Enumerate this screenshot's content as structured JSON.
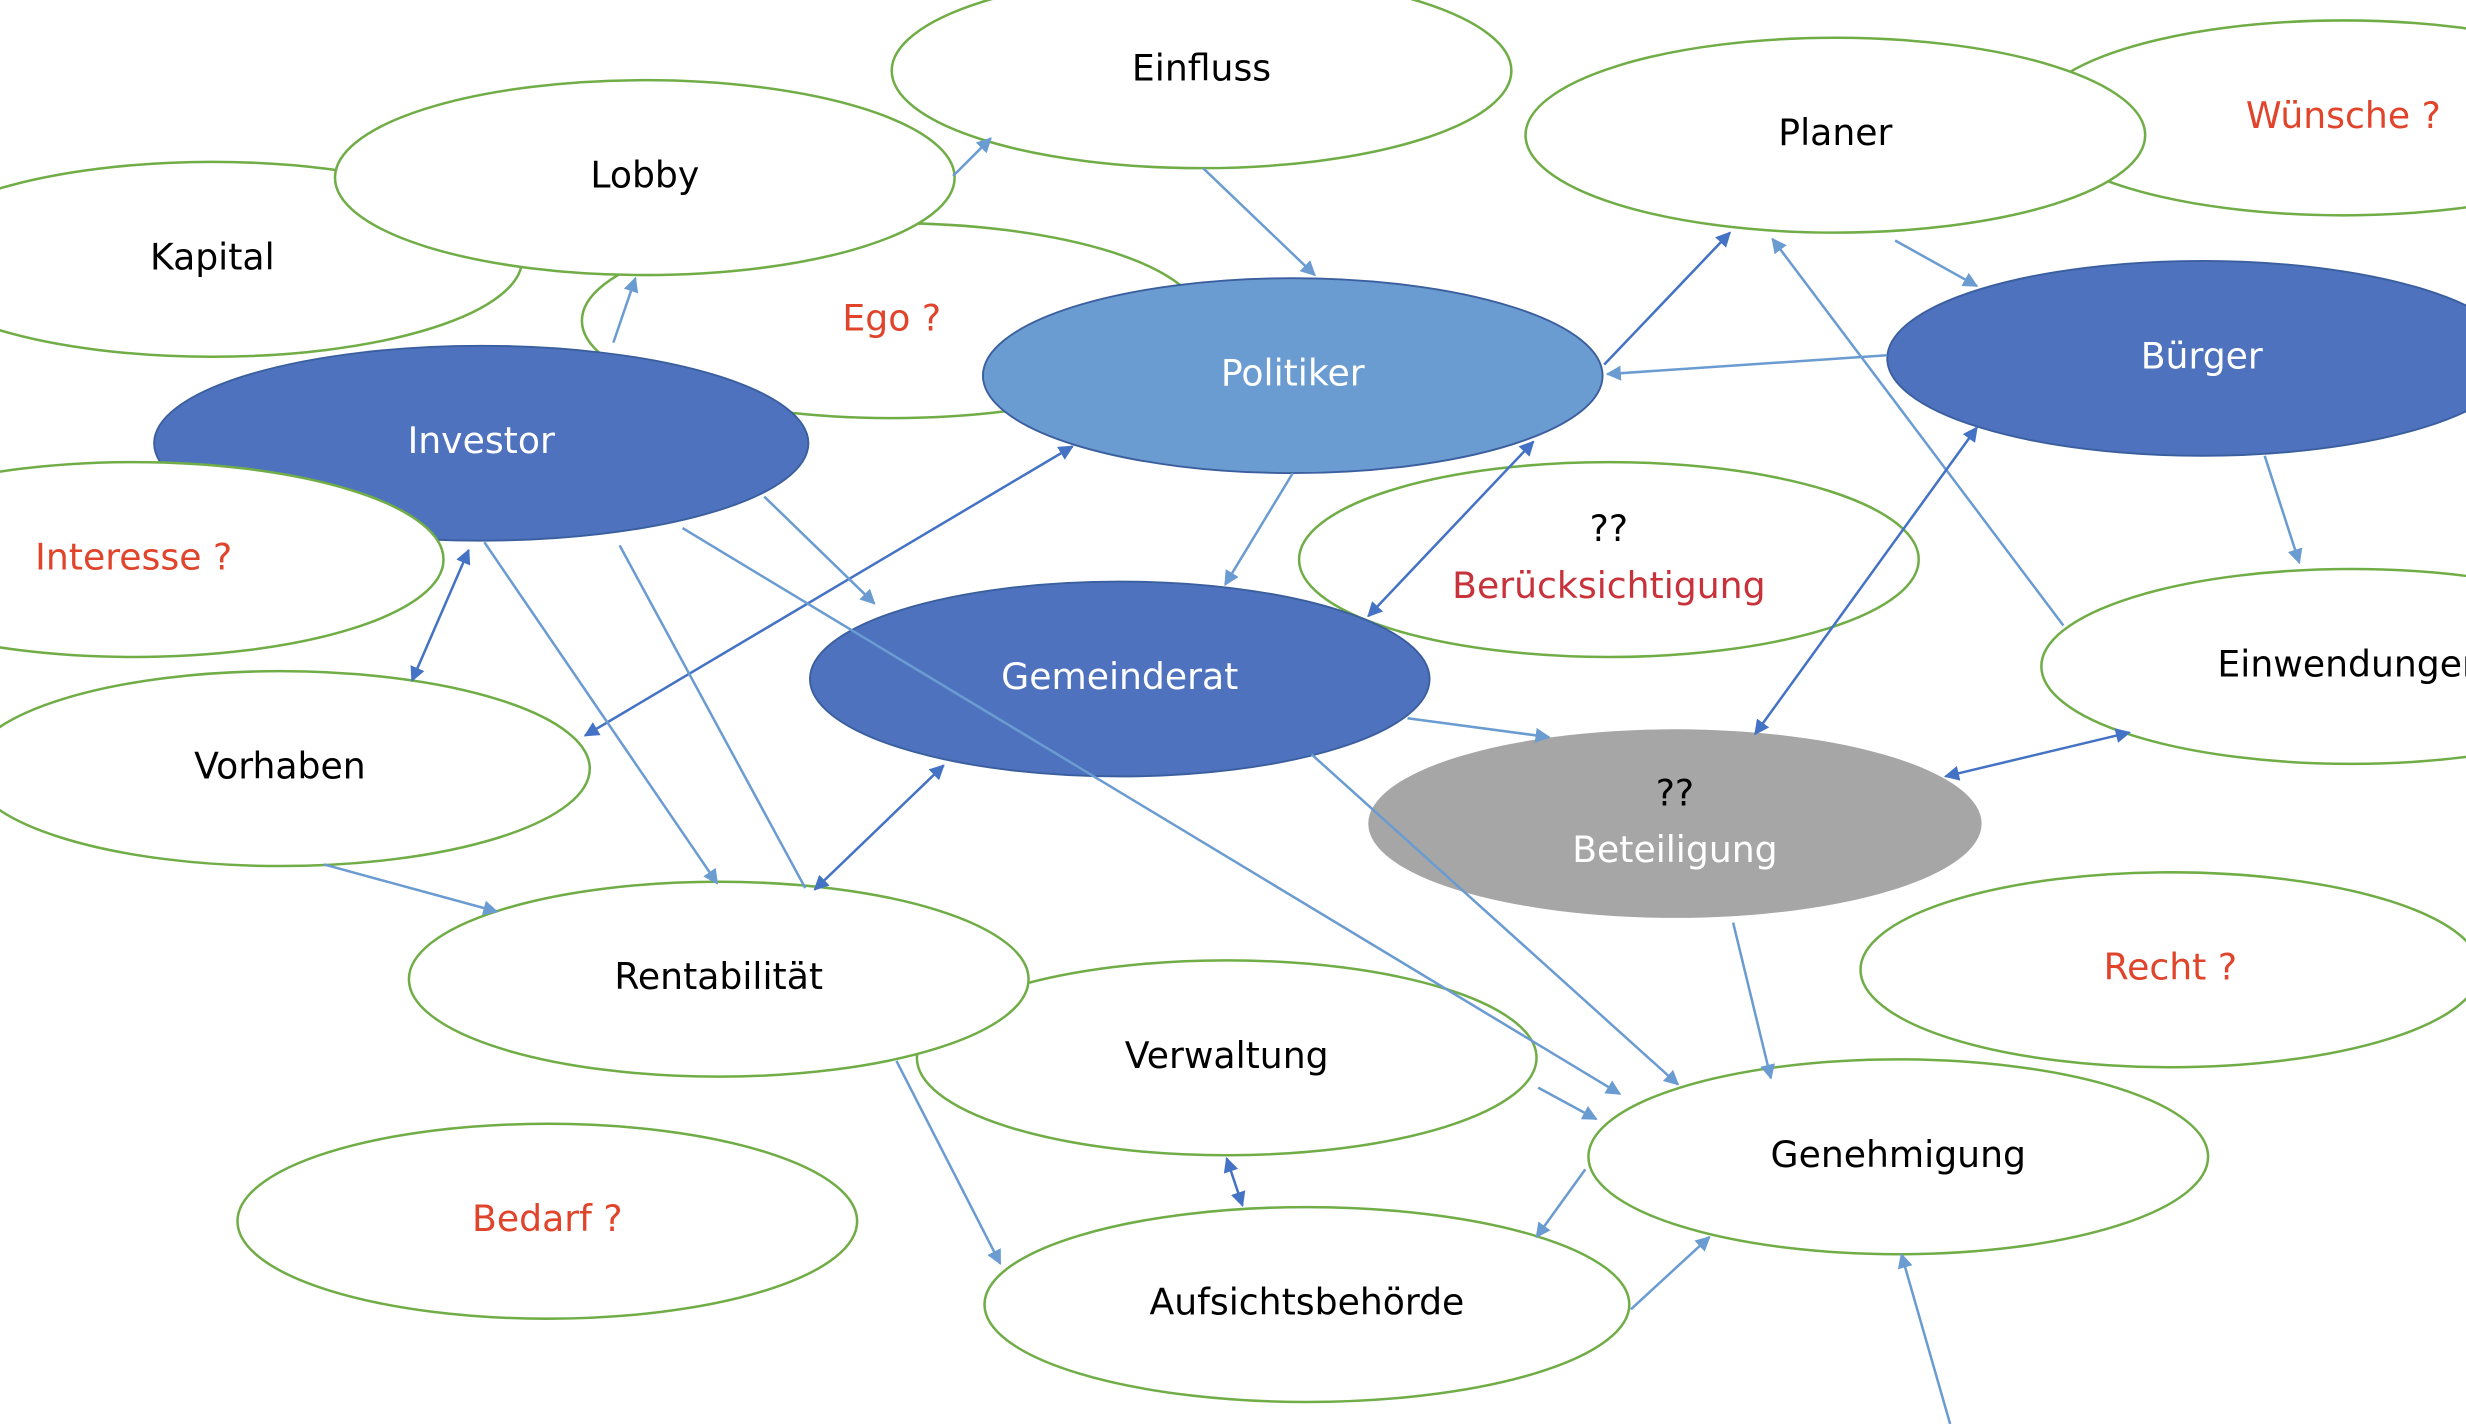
{
  "title": "Stakeholder diagram",
  "colors": {
    "outline_green": "#70AD47",
    "primary_blue": "#4E72BE",
    "light_blue": "#6A9BD1",
    "grey": "#A6A6A6",
    "text_black": "#000000",
    "text_white": "#FFFFFF",
    "question_red": "#E0442B",
    "crimson": "#C8323A",
    "arrow_light": "#6A9BD1",
    "arrow_dark": "#4472C4"
  },
  "nodes": [
    {
      "id": "einfluss",
      "lines": [
        {
          "text": "Einfluss",
          "color": "#000000"
        }
      ],
      "style": "outline"
    },
    {
      "id": "lobby",
      "lines": [
        {
          "text": "Lobby",
          "color": "#000000"
        }
      ],
      "style": "outline"
    },
    {
      "id": "kapital",
      "lines": [
        {
          "text": "Kapital",
          "color": "#000000"
        }
      ],
      "style": "outline"
    },
    {
      "id": "ego",
      "lines": [
        {
          "text": "Ego ?",
          "color": "#E0442B"
        }
      ],
      "style": "outline"
    },
    {
      "id": "planer",
      "lines": [
        {
          "text": "Planer",
          "color": "#000000"
        }
      ],
      "style": "outline"
    },
    {
      "id": "wuensche",
      "lines": [
        {
          "text": "Wünsche ?",
          "color": "#E0442B"
        }
      ],
      "style": "outline"
    },
    {
      "id": "politiker",
      "lines": [
        {
          "text": "Politiker",
          "color": "#FFFFFF"
        }
      ],
      "style": "light"
    },
    {
      "id": "investor",
      "lines": [
        {
          "text": "Investor",
          "color": "#FFFFFF"
        }
      ],
      "style": "primary"
    },
    {
      "id": "buerger",
      "lines": [
        {
          "text": "Bürger",
          "color": "#FFFFFF"
        }
      ],
      "style": "primary"
    },
    {
      "id": "interesse",
      "lines": [
        {
          "text": "Interesse ?",
          "color": "#E0442B"
        }
      ],
      "style": "outline"
    },
    {
      "id": "beruecksichtigung",
      "lines": [
        {
          "text": "??",
          "color": "#000000"
        },
        {
          "text": "Berücksichtigung",
          "color": "#C8323A"
        }
      ],
      "style": "outline"
    },
    {
      "id": "gemeinderat",
      "lines": [
        {
          "text": "Gemeinderat",
          "color": "#FFFFFF"
        }
      ],
      "style": "primary"
    },
    {
      "id": "einwendungen",
      "lines": [
        {
          "text": "Einwendungen",
          "color": "#000000"
        }
      ],
      "style": "outline"
    },
    {
      "id": "vorhaben",
      "lines": [
        {
          "text": "Vorhaben",
          "color": "#000000"
        }
      ],
      "style": "outline"
    },
    {
      "id": "beteiligung",
      "lines": [
        {
          "text": "??",
          "color": "#000000"
        },
        {
          "text": "Beteiligung",
          "color": "#FFFFFF"
        }
      ],
      "style": "grey"
    },
    {
      "id": "rentabilitaet",
      "lines": [
        {
          "text": "Rentabilität",
          "color": "#000000"
        }
      ],
      "style": "outline"
    },
    {
      "id": "recht",
      "lines": [
        {
          "text": "Recht ?",
          "color": "#E0442B"
        }
      ],
      "style": "outline"
    },
    {
      "id": "verwaltung",
      "lines": [
        {
          "text": "Verwaltung",
          "color": "#000000"
        }
      ],
      "style": "outline"
    },
    {
      "id": "genehmigung",
      "lines": [
        {
          "text": "Genehmigung",
          "color": "#000000"
        }
      ],
      "style": "outline"
    },
    {
      "id": "bedarf",
      "lines": [
        {
          "text": "Bedarf ?",
          "color": "#E0442B"
        }
      ],
      "style": "outline"
    },
    {
      "id": "aufsichtsbehoerde",
      "lines": [
        {
          "text": "Aufsichtsbehörde",
          "color": "#000000"
        }
      ],
      "style": "outline"
    }
  ],
  "edges": [
    {
      "from": "lobby",
      "to": "einfluss",
      "direction": "forward"
    },
    {
      "from": "investor",
      "to": "lobby",
      "direction": "forward"
    },
    {
      "from": "einfluss",
      "to": "politiker",
      "direction": "forward"
    },
    {
      "from": "planer",
      "to": "buerger",
      "direction": "forward"
    },
    {
      "from": "buerger",
      "to": "politiker",
      "direction": "forward"
    },
    {
      "from": "politiker",
      "to": "planer",
      "direction": "forward"
    },
    {
      "from": "einwendungen",
      "to": "planer",
      "direction": "forward"
    },
    {
      "from": "buerger",
      "to": "einwendungen",
      "direction": "forward"
    },
    {
      "from": "politiker",
      "to": "gemeinderat",
      "direction": "both"
    },
    {
      "from": "politiker",
      "to": "vorhaben",
      "direction": "both"
    },
    {
      "from": "politiker",
      "to": "gemeinderat",
      "direction": "forward"
    },
    {
      "from": "investor",
      "to": "gemeinderat",
      "direction": "forward"
    },
    {
      "from": "investor",
      "to": "vorhaben",
      "direction": "both"
    },
    {
      "from": "investor",
      "to": "rentabilitaet",
      "direction": "forward"
    },
    {
      "from": "rentabilitaet",
      "to": "investor",
      "direction": "none"
    },
    {
      "from": "investor",
      "to": "genehmigung",
      "direction": "forward"
    },
    {
      "from": "vorhaben",
      "to": "rentabilitaet",
      "direction": "forward"
    },
    {
      "from": "rentabilitaet",
      "to": "gemeinderat",
      "direction": "both"
    },
    {
      "from": "gemeinderat",
      "to": "beteiligung",
      "direction": "forward"
    },
    {
      "from": "buerger",
      "to": "beteiligung",
      "direction": "both"
    },
    {
      "from": "beteiligung",
      "to": "einwendungen",
      "direction": "both"
    },
    {
      "from": "gemeinderat",
      "to": "genehmigung",
      "direction": "forward"
    },
    {
      "from": "beteiligung",
      "to": "genehmigung",
      "direction": "forward"
    },
    {
      "from": "verwaltung",
      "to": "genehmigung",
      "direction": "forward"
    },
    {
      "from": "verwaltung",
      "to": "aufsichtsbehoerde",
      "direction": "both"
    },
    {
      "from": "rentabilitaet",
      "to": "aufsichtsbehoerde",
      "direction": "forward"
    },
    {
      "from": "genehmigung",
      "to": "aufsichtsbehoerde",
      "direction": "forward"
    },
    {
      "from": "aufsichtsbehoerde",
      "to": "genehmigung",
      "direction": "forward"
    },
    {
      "from": "offscreen-bottom",
      "to": "genehmigung",
      "direction": "forward"
    }
  ]
}
